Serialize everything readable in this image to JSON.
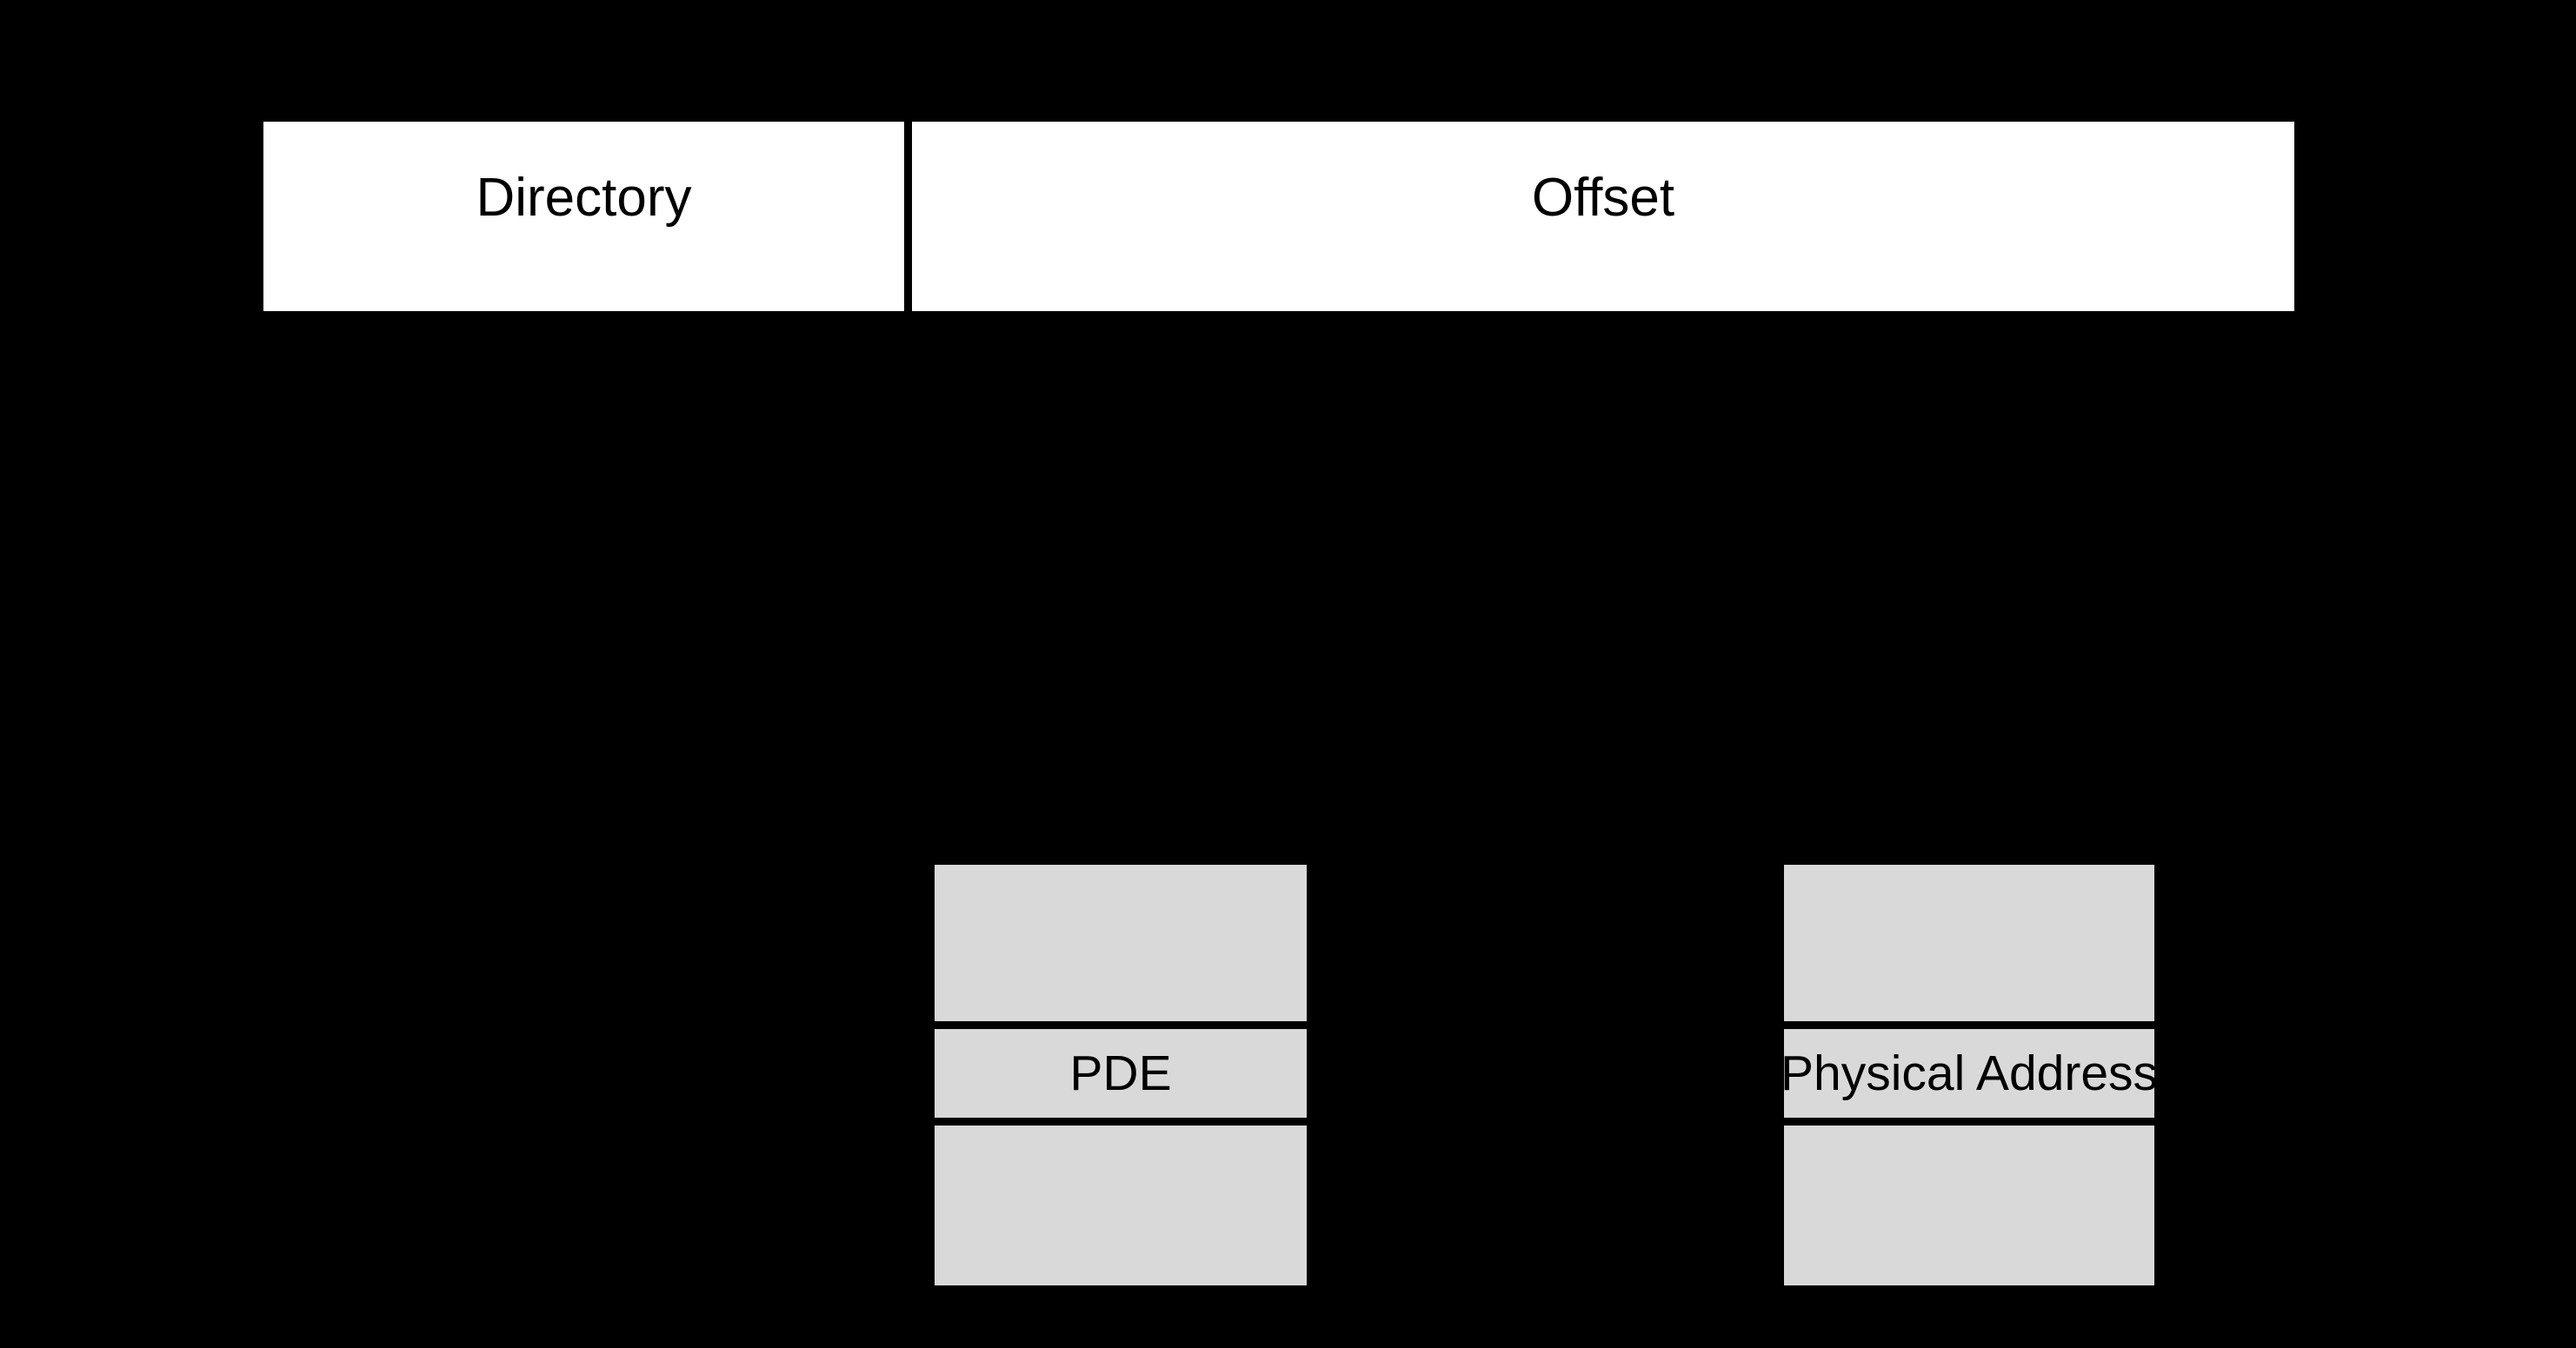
{
  "colors": {
    "background": "#000000",
    "address_field_fill": "#ffffff",
    "table_row_fill": "#d9d9d9",
    "text": "#000000"
  },
  "address_bar": {
    "fields": [
      {
        "label": "Directory"
      },
      {
        "label": "Offset"
      }
    ]
  },
  "pde_table": {
    "rows": [
      {
        "label": ""
      },
      {
        "label": "PDE"
      },
      {
        "label": ""
      }
    ]
  },
  "physical_table": {
    "rows": [
      {
        "label": ""
      },
      {
        "label": "Physical Address"
      },
      {
        "label": ""
      }
    ]
  }
}
